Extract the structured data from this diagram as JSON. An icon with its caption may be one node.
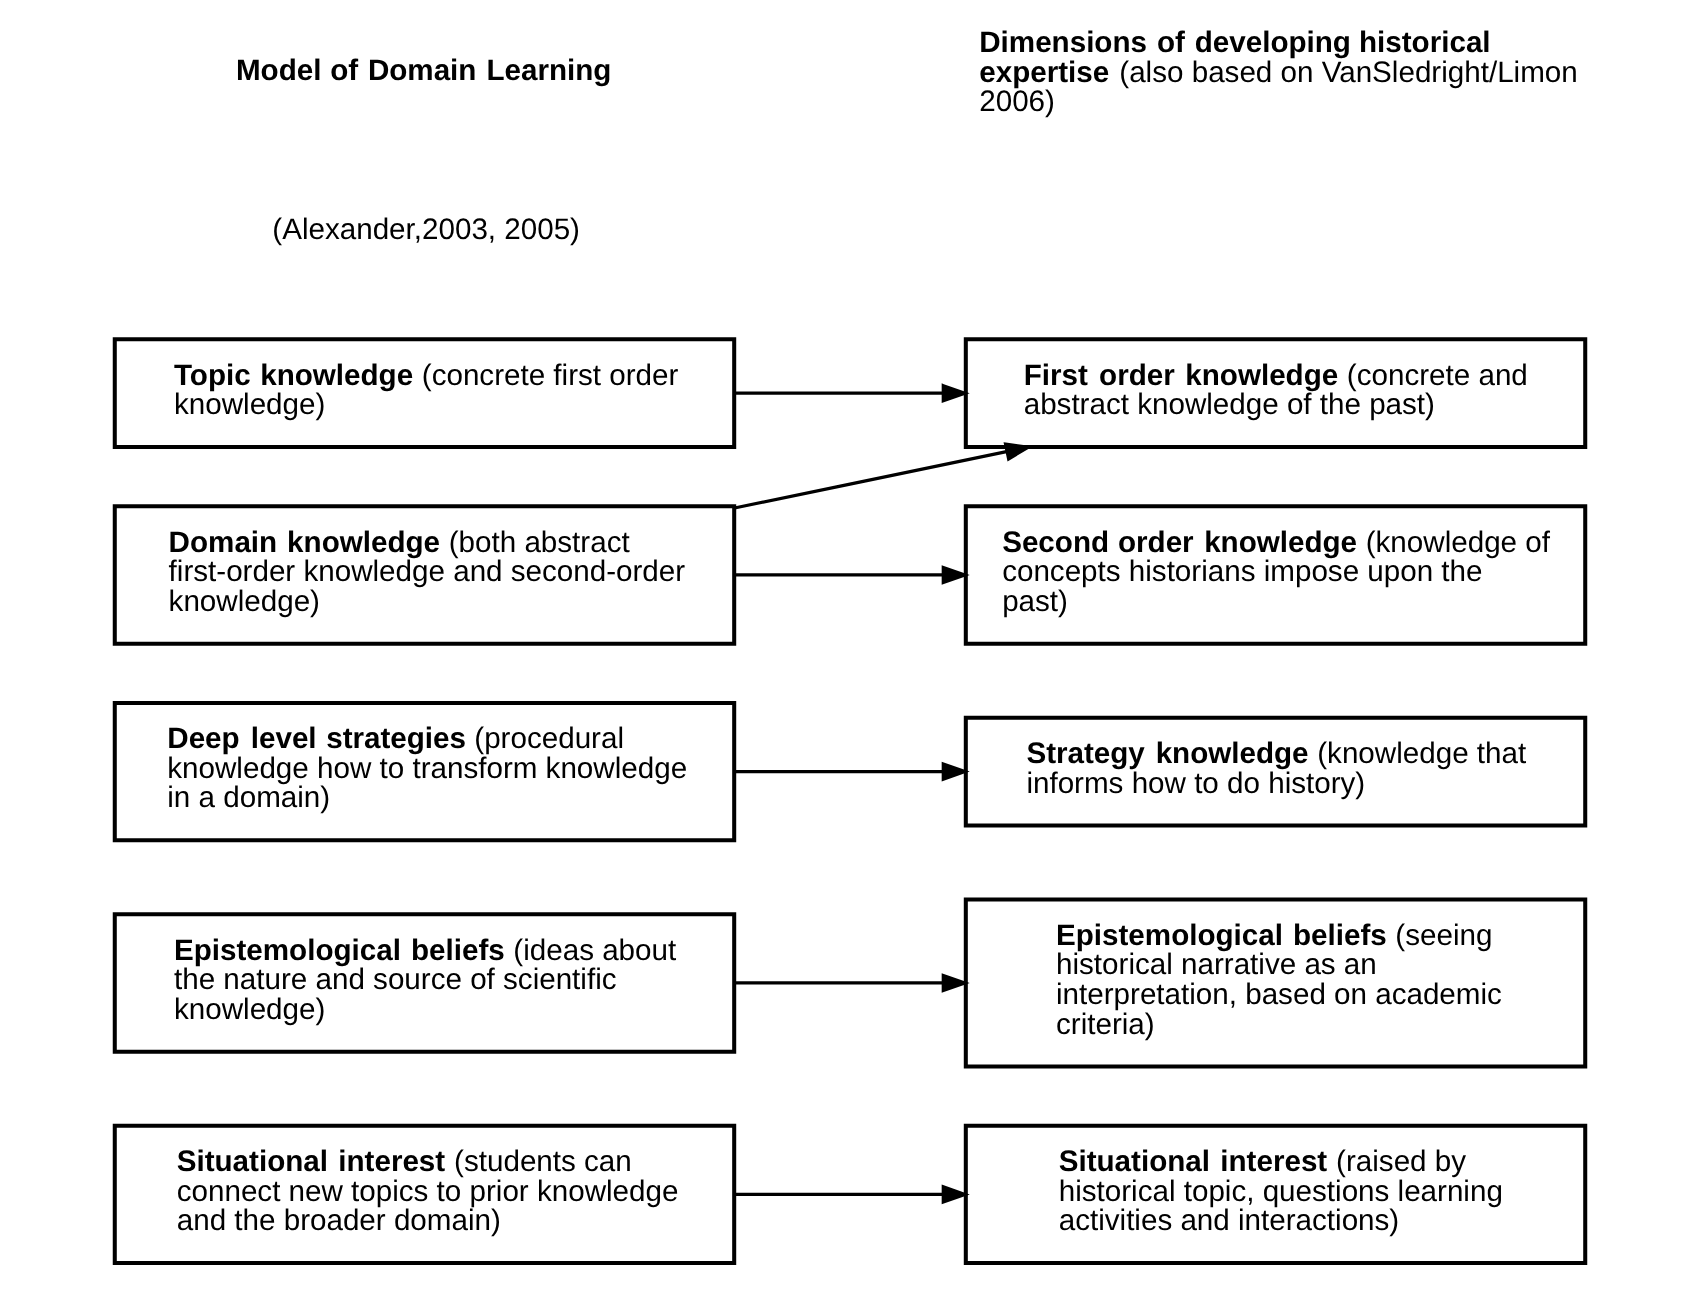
{
  "diagram": {
    "nodes": [
      {
        "text": [
          "**Topic knowledge** (concrete first order knowledge)"
        ]
      },
      {
        "text": [
          "**First order knowledge** (concrete and abstract knowledge of the past)"
        ]
      },
      {
        "text": [
          "**Domain knowledge** (both abstract first-order knowledge and second-order knowledge)"
        ]
      },
      {
        "text": [
          "**Second order knowledge** (knowledge of concepts historians impose upon the past)"
        ]
      },
      {
        "text": [
          "**Deep level strategies** (procedural knowledge how to transform knowledge in a domain)"
        ]
      },
      {
        "text": [
          "**Strategy knowledge** (knowledge that informs how to do history)"
        ]
      },
      {
        "text": [
          "**Epistemological beliefs** (ideas about the nature and source of scientific knowledge)"
        ]
      },
      {
        "text": [
          "**Epistemological beliefs** (seeing historical narrative as an interpretation, based on academic criteria)"
        ]
      },
      {
        "text": [
          "**Situational interest** (students can connect new topics to prior knowledge and the broader domain)"
        ]
      },
      {
        "text": [
          "**Situational interest** (raised by historical topic, questions learning activities and interactions)"
        ]
      }
    ],
    "edges": [
      {
        "from": 0,
        "to": 1,
        "arrow": "to"
      },
      {
        "from": 2,
        "to": 1,
        "arrow": "to"
      },
      {
        "from": 2,
        "to": 3,
        "arrow": "to"
      },
      {
        "from": 4,
        "to": 5,
        "arrow": "to"
      },
      {
        "from": 6,
        "to": 7,
        "arrow": "to"
      },
      {
        "from": 8,
        "to": 9,
        "arrow": "to"
      }
    ],
    "labels": [
      "**Model of Domain Learning**",
      "(Alexander,2003, 2005)",
      "**Dimensions of developing historical expertise** (also based on VanSledright/Limon 2006)"
    ]
  }
}
